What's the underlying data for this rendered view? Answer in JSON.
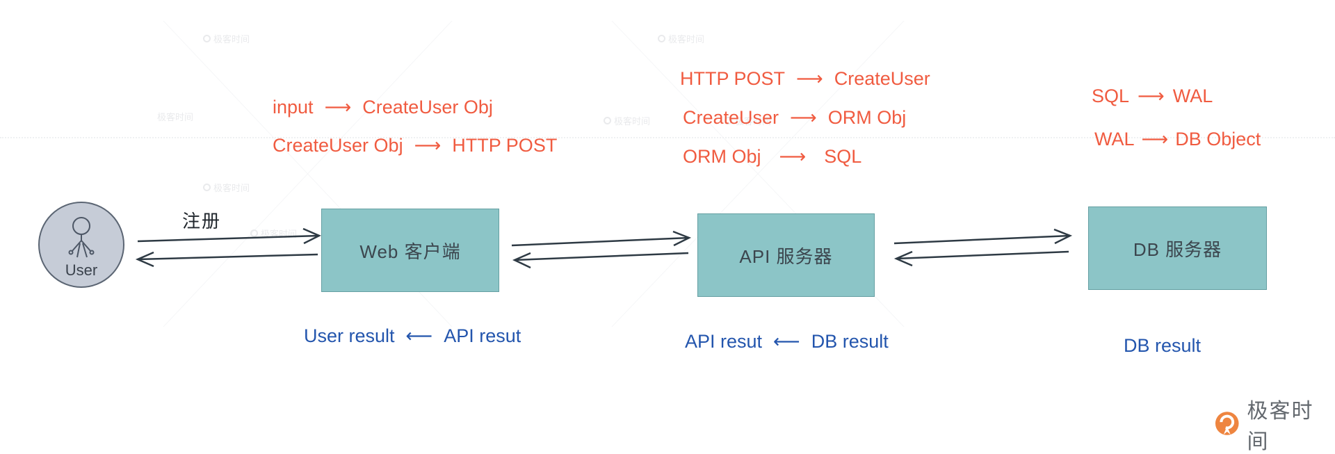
{
  "symbols": {
    "arrow_right": "⟶",
    "arrow_left": "⟵"
  },
  "actor": {
    "label": "User",
    "register_label": "注册"
  },
  "nodes": {
    "web_client": {
      "label": "Web 客户端"
    },
    "api_server": {
      "label": "API 服务器"
    },
    "db_server": {
      "label": "DB 服务器"
    }
  },
  "transform_flows": {
    "client": {
      "items": [
        {
          "from": "input",
          "to": "CreateUser Obj"
        },
        {
          "from": "CreateUser Obj",
          "to": "HTTP POST"
        }
      ]
    },
    "api": {
      "items": [
        {
          "from": "HTTP POST",
          "to": "CreateUser"
        },
        {
          "from": "CreateUser",
          "to": "ORM Obj"
        },
        {
          "from": "ORM Obj",
          "to": "SQL"
        }
      ]
    },
    "db": {
      "items": [
        {
          "from": "SQL",
          "to": "WAL"
        },
        {
          "from": "WAL",
          "to": "DB Object"
        }
      ]
    }
  },
  "result_flows": {
    "client": {
      "to": "User result",
      "from": "API resut"
    },
    "api": {
      "to": "API resut",
      "from": "DB result"
    },
    "db": {
      "label": "DB result"
    }
  },
  "watermark": {
    "text": "极客时间"
  },
  "logo": {
    "text": "极客时间"
  },
  "colors": {
    "accent_orange": "#f05b40",
    "result_blue": "#2355ad",
    "node_teal": "#8cc5c7",
    "actor_fill": "#c6ccd7",
    "logo_orange": "#ee8540"
  }
}
